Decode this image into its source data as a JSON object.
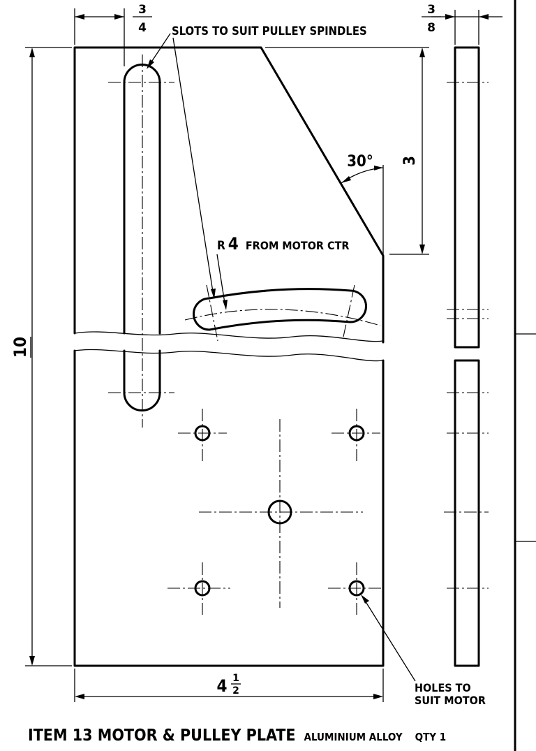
{
  "dimensions": {
    "slot_width": {
      "numerator": "3",
      "denominator": "4"
    },
    "thickness": {
      "numerator": "3",
      "denominator": "8"
    },
    "angled_height": "3",
    "angle": "30°",
    "overall_height": "10",
    "overall_width": {
      "whole": "4",
      "numerator": "1",
      "denominator": "2"
    }
  },
  "notes": {
    "slots": "SLOTS TO SUIT PULLEY SPINDLES",
    "radius_prefix": "R",
    "radius_value": "4",
    "radius_suffix": "FROM MOTOR CTR",
    "holes_line1": "HOLES TO",
    "holes_line2": "SUIT MOTOR"
  },
  "title": {
    "item": "ITEM 13 MOTOR & PULLEY PLATE",
    "material": "ALUMINIUM ALLOY",
    "quantity": "QTY 1"
  }
}
